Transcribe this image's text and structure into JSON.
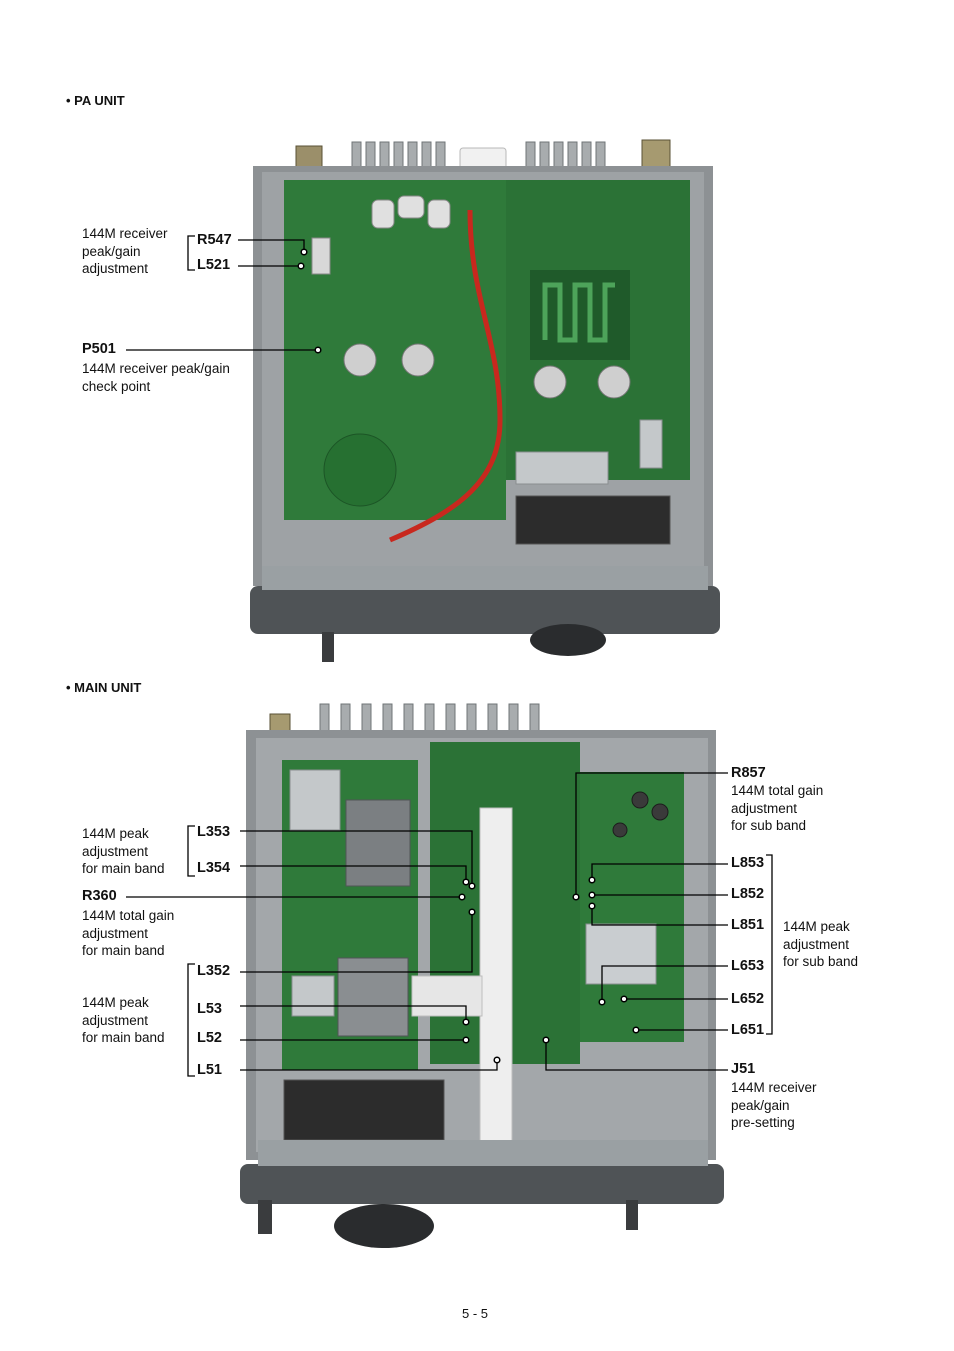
{
  "sections": {
    "pa": {
      "heading": "• PA UNIT"
    },
    "main": {
      "heading": "• MAIN UNIT"
    }
  },
  "pa_labels": {
    "r547": "R547",
    "l521": "L521",
    "p501": "P501",
    "desc_r547_l521": "144M receiver\npeak/gain\nadjustment",
    "desc_p501": "144M receiver peak/gain\ncheck point"
  },
  "main_labels": {
    "l353": "L353",
    "l354": "L354",
    "r360": "R360",
    "l352": "L352",
    "l53": "L53",
    "l52": "L52",
    "l51": "L51",
    "r857": "R857",
    "l853": "L853",
    "l852": "L852",
    "l851": "L851",
    "l653": "L653",
    "l652": "L652",
    "l651": "L651",
    "j51": "J51",
    "desc_l353_l354": "144M peak\nadjustment\nfor main band",
    "desc_r360": "144M total gain\nadjustment\nfor main band",
    "desc_l352_l51": "144M peak\nadjustment\nfor main band",
    "desc_r857": "144M total gain\nadjustment\nfor sub band",
    "desc_sub_peak": "144M peak\nadjustment\nfor sub band",
    "desc_j51": "144M receiver\npeak/gain\npre-setting"
  },
  "page_number": "5 - 5",
  "colors": {
    "chassis": "#8d9194",
    "chassis_light": "#b9bcbe",
    "pcb": "#2f7a3a",
    "pcb_dark": "#1f5a2a",
    "front_panel": "#4f5356",
    "shield": "#c4c8ca",
    "cable_red": "#c8281e",
    "leader": "#000000"
  }
}
